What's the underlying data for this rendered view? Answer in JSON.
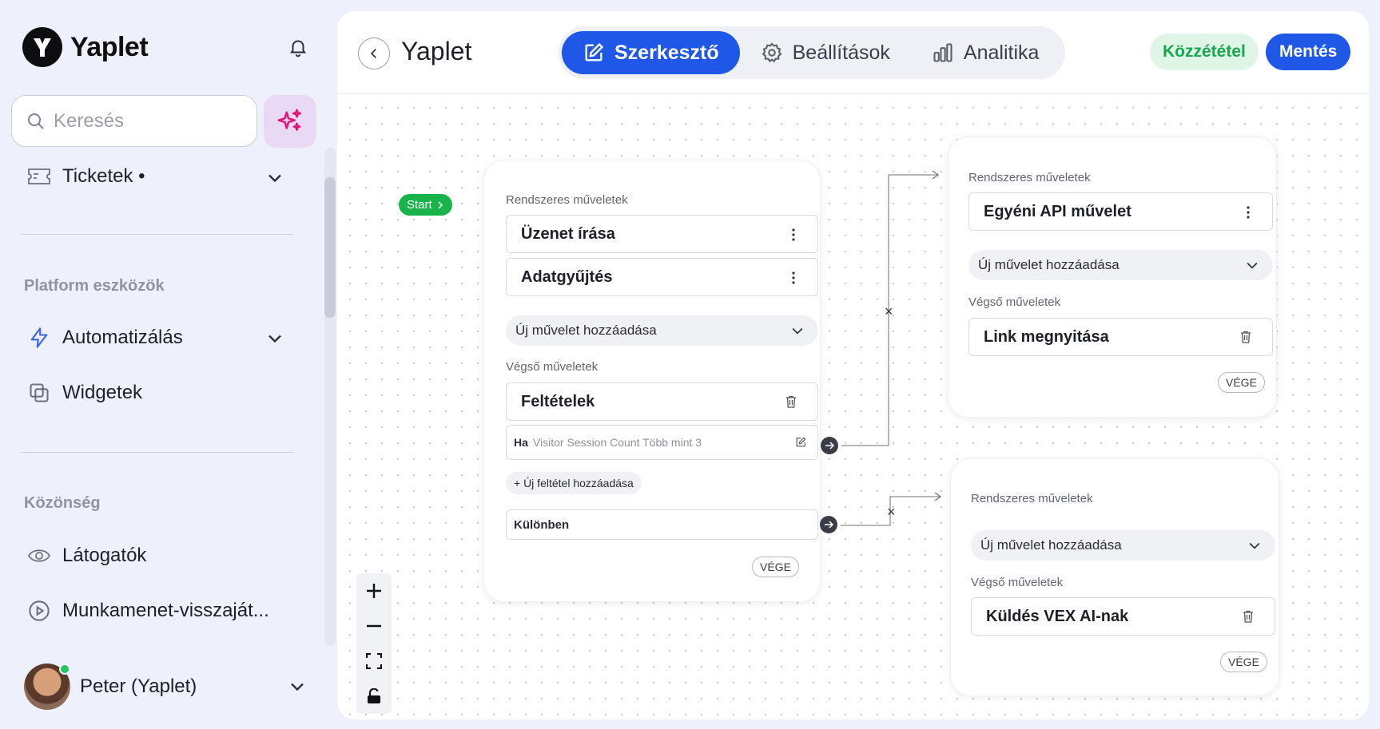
{
  "app": {
    "name": "Yaplet"
  },
  "sidebar": {
    "search_placeholder": "Keresés",
    "tickets_label": "Ticketek •",
    "platform_label": "Platform eszközök",
    "automation_label": "Automatizálás",
    "widgets_label": "Widgetek",
    "audience_label": "Közönség",
    "visitors_label": "Látogatók",
    "sessions_label": "Munkamenet-visszaját...",
    "user_name": "Peter (Yaplet)"
  },
  "header": {
    "title": "Yaplet",
    "tabs": [
      {
        "label": "Szerkesztő",
        "icon": "edit-icon",
        "active": true
      },
      {
        "label": "Beállítások",
        "icon": "gear-icon",
        "active": false
      },
      {
        "label": "Analitika",
        "icon": "chart-icon",
        "active": false
      }
    ],
    "publish_label": "Közzététel",
    "save_label": "Mentés"
  },
  "canvas": {
    "start_label": "Start",
    "card1": {
      "system_label": "Rendszeres műveletek",
      "actions": [
        "Üzenet írása",
        "Adatgyűjtés"
      ],
      "add_action": "Új művelet hozzáadása",
      "final_label": "Végső műveletek",
      "final_action": "Feltételek",
      "condition_prefix": "Ha",
      "condition_text": "Visitor Session Count Több mint 3",
      "add_condition": "+ Új feltétel hozzáadása",
      "otherwise": "Különben",
      "end": "VÉGE"
    },
    "card2": {
      "system_label": "Rendszeres műveletek",
      "action": "Egyéni API művelet",
      "add_action": "Új művelet hozzáadása",
      "final_label": "Végső műveletek",
      "final_action": "Link megnyitása",
      "end": "VÉGE"
    },
    "card3": {
      "system_label": "Rendszeres műveletek",
      "add_action": "Új művelet hozzáadása",
      "final_label": "Végső műveletek",
      "final_action": "Küldés VEX AI-nak",
      "end": "VÉGE"
    },
    "link_delete_glyph": "×"
  },
  "colors": {
    "accent": "#1f57e6",
    "publish_bg": "#dff6e6",
    "publish_text": "#18a650",
    "start": "#18b34a"
  }
}
